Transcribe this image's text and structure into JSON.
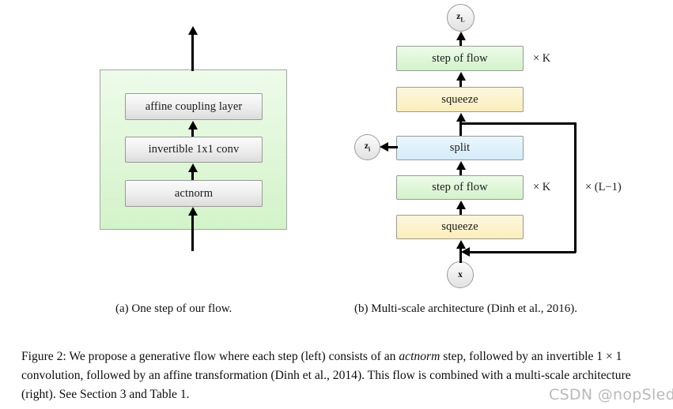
{
  "figure": {
    "label": "Figure 2",
    "caption_parts": {
      "p1": "Figure 2: We propose a generative flow where each step (left) consists of an ",
      "em1": "actnorm",
      "p2": " step, followed by an invertible 1 × 1 convolution, followed by an affine transformation (Dinh et al., 2014).  This flow is combined with a multi-scale architecture (right). See Section 3 and Table 1."
    }
  },
  "subfigure_a": {
    "caption": "(a) One step of our flow.",
    "blocks": [
      {
        "label": "affine coupling layer",
        "style": "grey"
      },
      {
        "label": "invertible 1x1 conv",
        "style": "grey"
      },
      {
        "label": "actnorm",
        "style": "grey"
      }
    ],
    "container_style": "green"
  },
  "subfigure_b": {
    "caption": "(b) Multi-scale architecture (Dinh et al., 2016).",
    "top_node": {
      "base": "z",
      "sub": "L"
    },
    "side_node": {
      "base": "z",
      "sub": "i"
    },
    "bottom_node": {
      "base": "x",
      "sub": ""
    },
    "blocks": [
      {
        "label": "step of flow",
        "style": "green"
      },
      {
        "label": "squeeze",
        "style": "yellow"
      },
      {
        "label": "split",
        "style": "blue"
      },
      {
        "label": "step of flow",
        "style": "green"
      },
      {
        "label": "squeeze",
        "style": "yellow"
      }
    ],
    "annotations": {
      "k_top": "× K",
      "k_bottom": "× K",
      "l_loop": "× (L−1)"
    }
  },
  "watermark": {
    "text": "CSDN @nopSled"
  },
  "colors": {
    "green_block": "#d4f2cb",
    "yellow_block": "#fbeebb",
    "blue_block": "#d5ecf9",
    "grey_block": "#ededed",
    "border": "#9a9a9a",
    "arrow": "#000000",
    "watermark": "#b9b9b9"
  }
}
